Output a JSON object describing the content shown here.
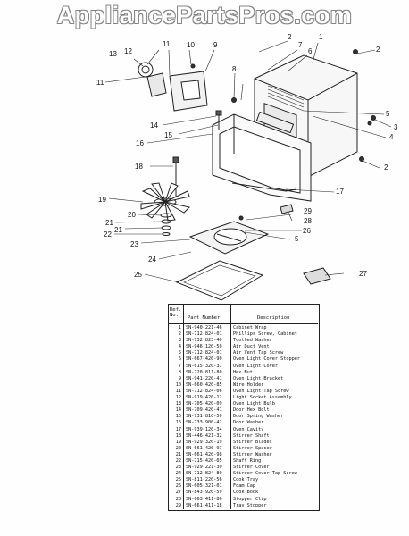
{
  "watermark": "AppliancePartsPros.com",
  "diagram": {
    "callouts": [
      "1",
      "2",
      "3",
      "4",
      "5",
      "6",
      "7",
      "8",
      "9",
      "10",
      "11",
      "12",
      "13",
      "14",
      "15",
      "16",
      "17",
      "18",
      "19",
      "20",
      "21",
      "22",
      "23",
      "24",
      "25",
      "26",
      "27",
      "28",
      "29"
    ]
  },
  "table": {
    "header": {
      "ref": "Ref. No.",
      "part": "Part Number",
      "desc": "Description"
    },
    "rows": [
      {
        "ref": "1",
        "part": "SN-940-221-46",
        "desc": "Cabinet Wrap"
      },
      {
        "ref": "2",
        "part": "SN-712-824-01",
        "desc": "Phillips Screw, Cabinet"
      },
      {
        "ref": "3",
        "part": "SN-732-823-40",
        "desc": "Toothed Washer"
      },
      {
        "ref": "4",
        "part": "SN-946-120-50",
        "desc": "Air Duct Vent"
      },
      {
        "ref": "5",
        "part": "SN-712-824-01",
        "desc": "Air Vent Tap Screw"
      },
      {
        "ref": "6",
        "part": "SN-667-420-90",
        "desc": "Oven Light Cover Stopper"
      },
      {
        "ref": "7",
        "part": "SN-615-320-37",
        "desc": "Oven Light Cover"
      },
      {
        "ref": "8",
        "part": "SN-720-811-80",
        "desc": "Hex Nut"
      },
      {
        "ref": "9",
        "part": "SN-941-220-41",
        "desc": "Oven Light Bracket"
      },
      {
        "ref": "10",
        "part": "SN-660-420-85",
        "desc": "Wire Holder"
      },
      {
        "ref": "11",
        "part": "SN-712-824-06",
        "desc": "Oven Light Tap Screw"
      },
      {
        "ref": "12",
        "part": "SN-919-420-12",
        "desc": "Light Socket Assembly"
      },
      {
        "ref": "13",
        "part": "SN-705-420-09",
        "desc": "Oven Light Bulb"
      },
      {
        "ref": "14",
        "part": "SN-709-420-41",
        "desc": "Door Hex Bolt"
      },
      {
        "ref": "15",
        "part": "SN-731-810-50",
        "desc": "Door Spring Washer"
      },
      {
        "ref": "16",
        "part": "SN-733-900-42",
        "desc": "Door Washer"
      },
      {
        "ref": "17",
        "part": "SN-939-120-34",
        "desc": "Oven Cavity"
      },
      {
        "ref": "18",
        "part": "SN-446-421-32",
        "desc": "Stirrer Shaft"
      },
      {
        "ref": "19",
        "part": "SN-929-320-19",
        "desc": "Stirrer Blades"
      },
      {
        "ref": "20",
        "part": "SN-661-420-97",
        "desc": "Stirrer Spacer"
      },
      {
        "ref": "21",
        "part": "SN-661-420-98",
        "desc": "Stirrer Washer"
      },
      {
        "ref": "22",
        "part": "SN-715-420-05",
        "desc": "Shaft Ring"
      },
      {
        "ref": "23",
        "part": "SN-929-221-30",
        "desc": "Stirrer Cover"
      },
      {
        "ref": "24",
        "part": "SN-712-824-80",
        "desc": "Stirrer Cover Tap Screw"
      },
      {
        "ref": "25",
        "part": "SN-811-220-56",
        "desc": "Cook Tray"
      },
      {
        "ref": "26",
        "part": "SN-605-321-01",
        "desc": "Foam Cap"
      },
      {
        "ref": "27",
        "part": "SN-843-920-59",
        "desc": "Cook Book"
      },
      {
        "ref": "28",
        "part": "SN-663-411-86",
        "desc": "Stopper Clip"
      },
      {
        "ref": "29",
        "part": "SN-661-411-18",
        "desc": "Tray Stopper"
      }
    ]
  }
}
